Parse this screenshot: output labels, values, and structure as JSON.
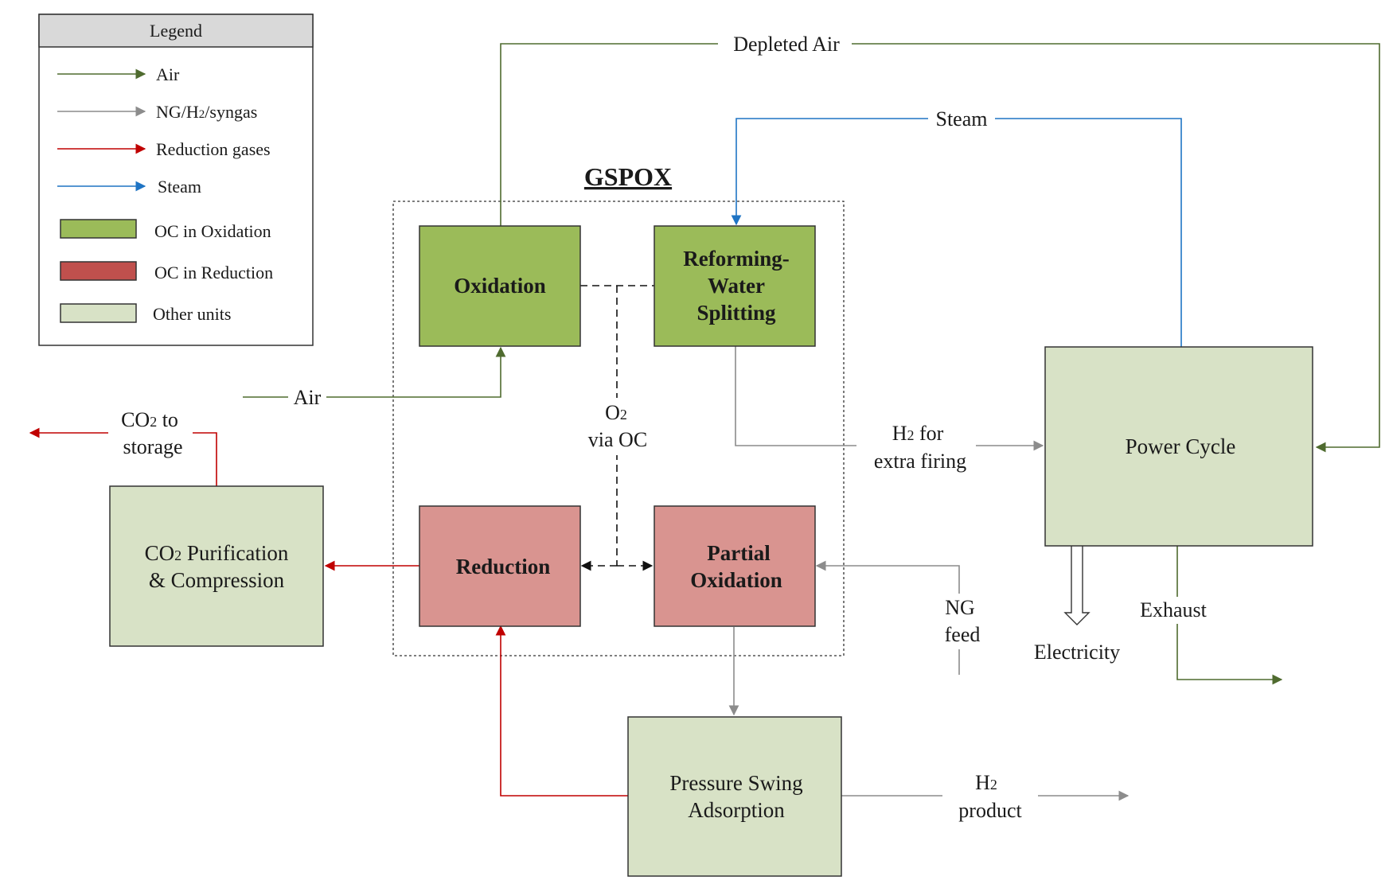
{
  "colors": {
    "air": "#4f6b2f",
    "gas": "#8c8c8c",
    "reduction": "#c00000",
    "steam": "#1f74c4",
    "oc_oxidation": "#9bbb59",
    "oc_reduction": "#d99490",
    "other_units": "#d8e2c6",
    "legend_header": "#d9d9d9"
  },
  "legend": {
    "title": "Legend",
    "items": [
      {
        "kind": "arrow",
        "color_key": "air",
        "label": "Air"
      },
      {
        "kind": "arrow",
        "color_key": "gas",
        "label": "NG/H",
        "sub": "2",
        "after": "/syngas"
      },
      {
        "kind": "arrow",
        "color_key": "reduction",
        "label": "Reduction gases"
      },
      {
        "kind": "arrow",
        "color_key": "steam",
        "label": "Steam"
      },
      {
        "kind": "swatch",
        "color_key": "oc_oxidation",
        "swatch_fill": "#9bbb59",
        "label": "OC in Oxidation"
      },
      {
        "kind": "swatch",
        "color_key": "oc_reduction",
        "swatch_fill": "#c0504d",
        "label": "OC in Reduction"
      },
      {
        "kind": "swatch",
        "color_key": "other_units",
        "swatch_fill": "#d8e2c6",
        "label": "Other units"
      }
    ]
  },
  "gspox": {
    "title": "GSPOX"
  },
  "units": {
    "oxidation": {
      "lines": [
        "Oxidation"
      ]
    },
    "reforming": {
      "lines": [
        "Reforming-",
        "Water",
        "Splitting"
      ]
    },
    "reduction": {
      "lines": [
        "Reduction"
      ]
    },
    "partial_oxidation": {
      "lines": [
        "Partial",
        "Oxidation"
      ]
    },
    "co2_purification": {
      "line1_a": "CO",
      "line1_sub": "2",
      "line1_b": " Purification",
      "line2": "& Compression"
    },
    "power_cycle": {
      "lines": [
        "Power Cycle"
      ]
    },
    "psa": {
      "lines": [
        "Pressure Swing",
        "Adsorption"
      ]
    }
  },
  "flows": {
    "depleted_air": "Depleted Air",
    "steam": "Steam",
    "air_in": "Air",
    "co2_storage": {
      "a": "CO",
      "sub": "2",
      "b": " to",
      "line2": "storage"
    },
    "o2_via_oc": {
      "a": "O",
      "sub": "2",
      "line2": "via OC"
    },
    "h2_extra_firing": {
      "a": "H",
      "sub": "2",
      "b": " for",
      "line2": "extra firing"
    },
    "ng_feed": {
      "line1": "NG",
      "line2": "feed"
    },
    "electricity": "Electricity",
    "exhaust": "Exhaust",
    "h2_product": {
      "a": "H",
      "sub": "2",
      "line2": "product"
    }
  }
}
